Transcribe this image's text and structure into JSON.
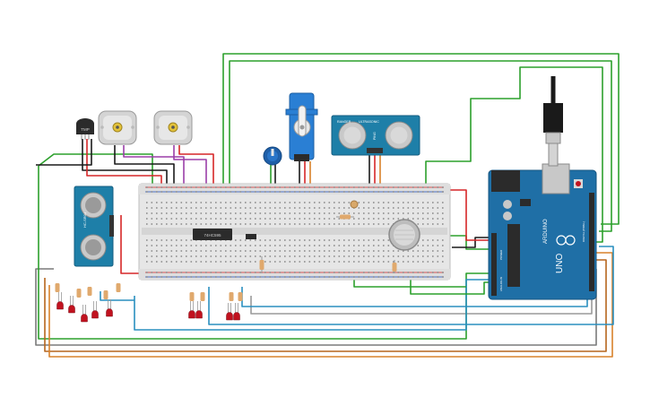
{
  "labels": {
    "tmp_sensor": "TMP",
    "hc_sr04_a": "HC-SR04",
    "ultrasonic_b_title": "ULTRASONIC",
    "ultrasonic_b_sub": "RANGER",
    "ultrasonic_b_pins": "PING",
    "ic_chip": "74HC595",
    "arduino_brand": "ARDUINO",
    "arduino_model": "UNO",
    "arduino_header_digital": "DIGITAL (PWM~)",
    "arduino_header_power": "POWER",
    "arduino_header_analog": "ANALOG IN"
  },
  "colors": {
    "wire_green": "#2ca02c",
    "wire_red": "#d62728",
    "wire_black": "#1a1a1a",
    "wire_orange": "#d9822b",
    "wire_blue": "#2a8fbf",
    "wire_purple": "#9b3fa8",
    "wire_gray": "#7a7a7a",
    "wire_brown": "#b5651d",
    "wire_yellow": "#d8b000",
    "breadboard": "#e4e4e4",
    "arduino": "#1f6fa6",
    "servo": "#2a7fd4",
    "led": "#c1121f"
  }
}
